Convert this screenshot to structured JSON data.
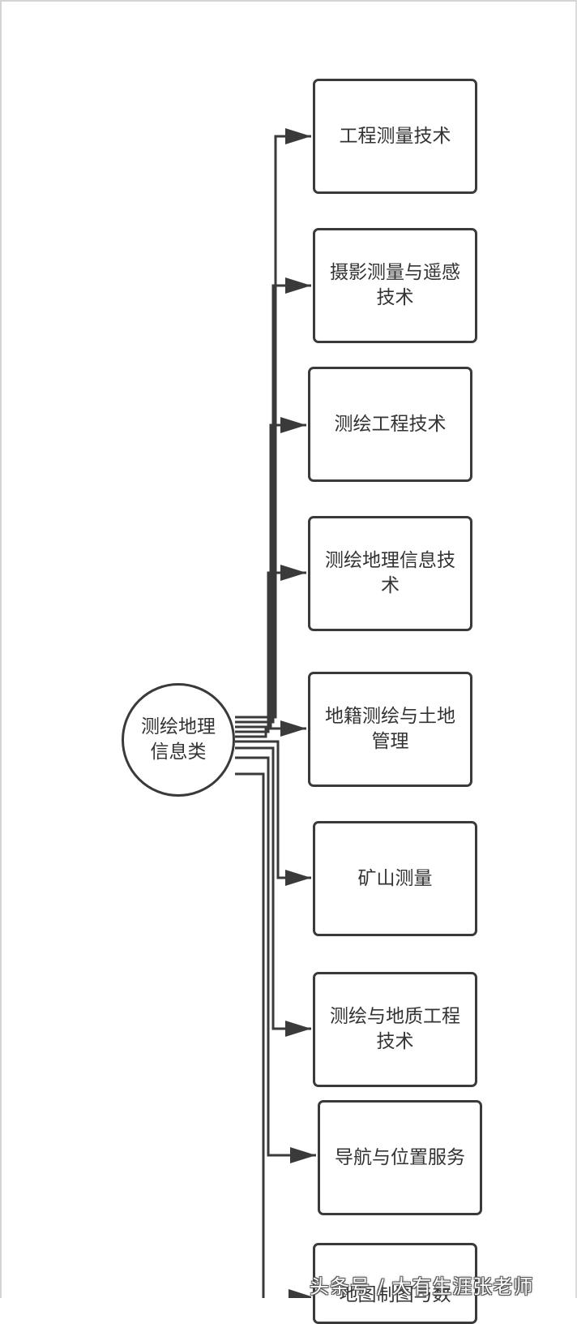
{
  "hub": {
    "label": "测绘地理信息类"
  },
  "nodes": [
    {
      "label": "工程测量技术"
    },
    {
      "label": "摄影测量与遥感技术"
    },
    {
      "label": "测绘工程技术"
    },
    {
      "label": "测绘地理信息技术"
    },
    {
      "label": "地籍测绘与土地管理"
    },
    {
      "label": "矿山测量"
    },
    {
      "label": "测绘与地质工程技术"
    },
    {
      "label": "导航与位置服务"
    },
    {
      "label": "地图制图与数"
    }
  ],
  "watermark": {
    "text": "头条号 / 大有生涯张老师"
  },
  "colors": {
    "stroke": "#3a3a3a",
    "text": "#333333",
    "background": "#ffffff"
  }
}
